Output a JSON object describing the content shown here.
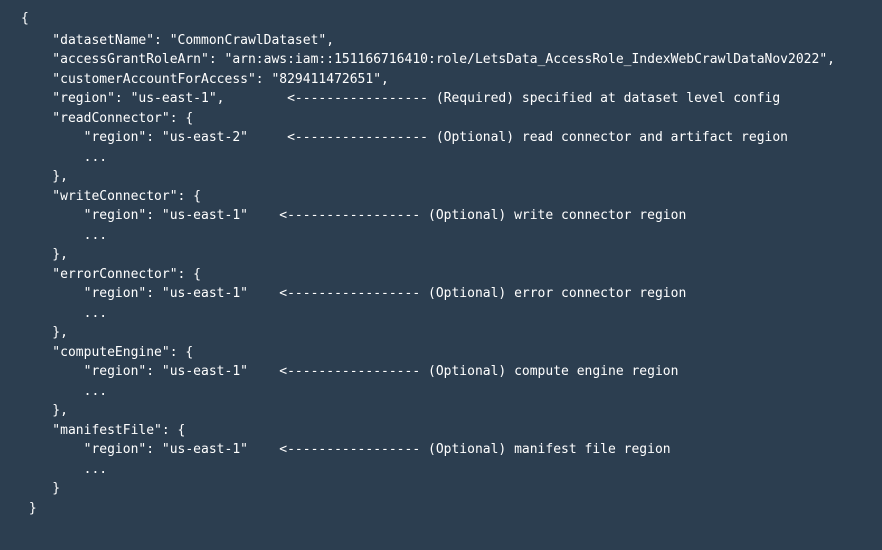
{
  "code": {
    "lines": [
      "{",
      "    \"datasetName\": \"CommonCrawlDataset\",",
      "    \"accessGrantRoleArn\": \"arn:aws:iam::151166716410:role/LetsData_AccessRole_IndexWebCrawlDataNov2022\",",
      "    \"customerAccountForAccess\": \"829411472651\",",
      "    \"region\": \"us-east-1\",        <----------------- (Required) specified at dataset level config",
      "    \"readConnector\": {",
      "        \"region\": \"us-east-2\"     <----------------- (Optional) read connector and artifact region",
      "        ...",
      "    },",
      "    \"writeConnector\": {",
      "        \"region\": \"us-east-1\"    <----------------- (Optional) write connector region",
      "        ...",
      "    },",
      "    \"errorConnector\": {",
      "        \"region\": \"us-east-1\"    <----------------- (Optional) error connector region",
      "        ...",
      "    },",
      "    \"computeEngine\": {",
      "        \"region\": \"us-east-1\"    <----------------- (Optional) compute engine region",
      "        ...",
      "    },",
      "    \"manifestFile\": {",
      "        \"region\": \"us-east-1\"    <----------------- (Optional) manifest file region",
      "        ...",
      "    }",
      " }"
    ]
  }
}
